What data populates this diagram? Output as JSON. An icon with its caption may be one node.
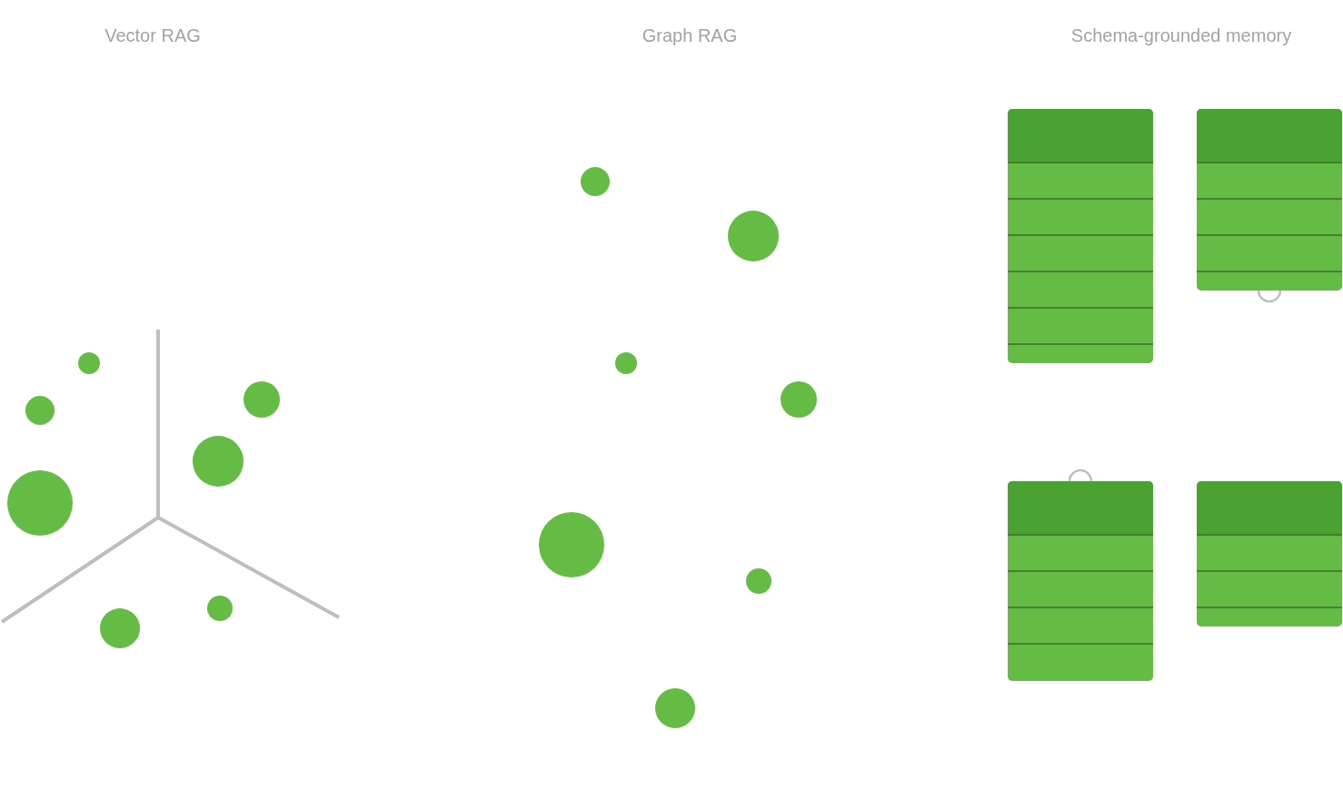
{
  "diagram": {
    "nodes": [
      {
        "text": [],
        "shape": "circle"
      },
      {
        "text": [],
        "shape": "circle"
      },
      {
        "text": [],
        "shape": "circle"
      },
      {
        "text": [],
        "shape": "circle"
      },
      {
        "text": [],
        "shape": "circle"
      },
      {
        "text": [],
        "shape": "circle"
      },
      {
        "text": [],
        "shape": "circle"
      },
      {
        "text": [],
        "shape": "circle"
      },
      {
        "text": [],
        "shape": "circle"
      },
      {
        "text": [],
        "shape": "circle"
      },
      {
        "text": [],
        "shape": "circle"
      },
      {
        "text": [],
        "shape": "circle"
      },
      {
        "text": [],
        "shape": "circle"
      },
      {
        "text": [],
        "shape": "circle"
      },
      {
        "text": [],
        "shape": "box"
      },
      {
        "text": [],
        "shape": "box"
      },
      {
        "text": [],
        "shape": "box"
      },
      {
        "text": [],
        "shape": "box"
      }
    ],
    "labels": [
      "Vector RAG",
      "Graph RAG",
      "Schema-grounded memory"
    ]
  }
}
